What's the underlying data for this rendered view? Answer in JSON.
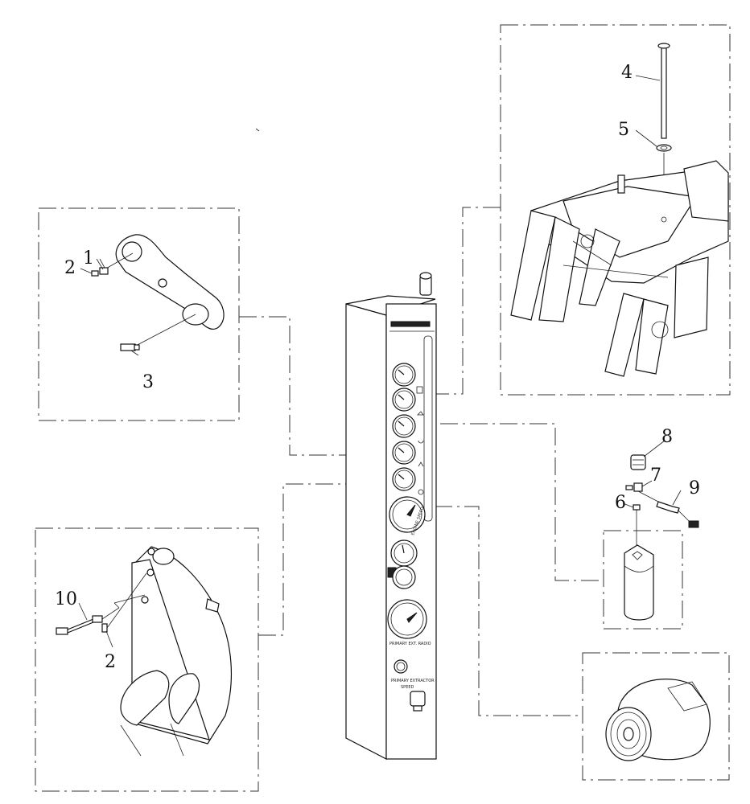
{
  "callouts": {
    "c1": "1",
    "c2a": "2",
    "c3": "3",
    "c4": "4",
    "c5": "5",
    "c6": "6",
    "c7": "7",
    "c8": "8",
    "c9": "9",
    "c10": "10",
    "c2b": "2"
  },
  "colors": {
    "line": "#111111",
    "background": "#ffffff"
  }
}
